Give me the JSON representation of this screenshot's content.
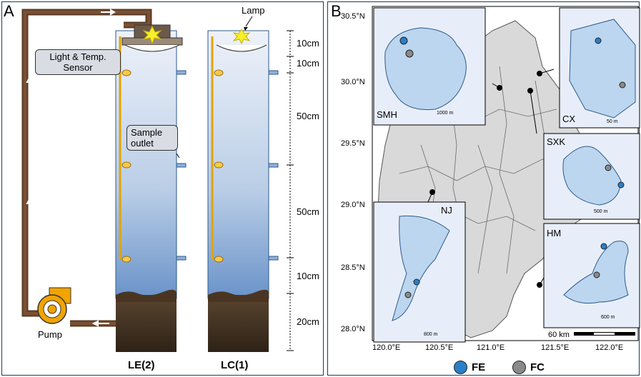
{
  "panel_a": {
    "letter": "A",
    "lamp_label": "Lamp",
    "sensor_label_line1": "Light & Temp.",
    "sensor_label_line2": "Sensor",
    "outlet_label_line1": "Sample",
    "outlet_label_line2": "outlet",
    "pump_label": "Pump",
    "dims": [
      "10cm",
      "10cm",
      "50cm",
      "50cm",
      "10cm",
      "20cm"
    ],
    "column_labels": [
      "LE(2)",
      "LC(1)"
    ]
  },
  "panel_b": {
    "letter": "B",
    "y_ticks": [
      "30.5°N",
      "30.0°N",
      "29.5°N",
      "29.0°N",
      "28.5°N",
      "28.0°N"
    ],
    "x_ticks": [
      "120.0°E",
      "120.5°E",
      "121.0°E",
      "121.5°E",
      "122.0°E"
    ],
    "insets": [
      {
        "name": "SMH",
        "scale": "1000 m"
      },
      {
        "name": "CX",
        "scale": "50 m"
      },
      {
        "name": "SXK",
        "scale": "500 m"
      },
      {
        "name": "NJ",
        "scale": "800 m"
      },
      {
        "name": "HM",
        "scale": "600 m"
      }
    ],
    "main_scale": "60 km",
    "legend": [
      {
        "label": "FE",
        "color": "#2a7fc8"
      },
      {
        "label": "FC",
        "color": "#8a8a8a"
      }
    ]
  }
}
